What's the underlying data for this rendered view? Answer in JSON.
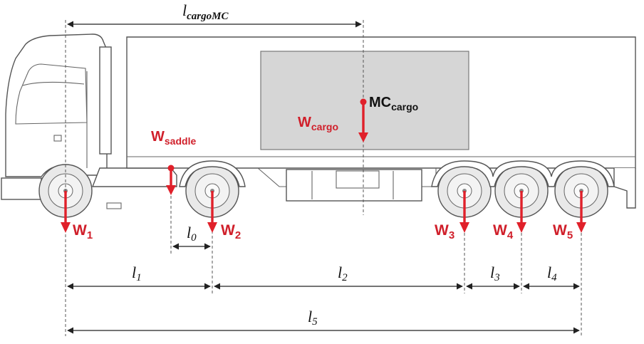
{
  "labels": {
    "l_cargo_mc_main": "l",
    "l_cargo_mc_sub": "cargoMC",
    "mc_cargo_main": "MC",
    "mc_cargo_sub": "cargo",
    "w_cargo_main": "W",
    "w_cargo_sub": "cargo",
    "w_saddle_main": "W",
    "w_saddle_sub": "saddle",
    "w1_main": "W",
    "w1_sub": "1",
    "w2_main": "W",
    "w2_sub": "2",
    "w3_main": "W",
    "w3_sub": "3",
    "w4_main": "W",
    "w4_sub": "4",
    "w5_main": "W",
    "w5_sub": "5",
    "l0_main": "l",
    "l0_sub": "0",
    "l1_main": "l",
    "l1_sub": "1",
    "l2_main": "l",
    "l2_sub": "2",
    "l3_main": "l",
    "l3_sub": "3",
    "l4_main": "l",
    "l4_sub": "4",
    "l5_main": "l",
    "l5_sub": "5"
  },
  "colors": {
    "force": "#e0202a",
    "force_text": "#d01f2a",
    "cargo_box": "#d6d6d6",
    "outline": "#555555",
    "wheel": "#e9e9e9"
  }
}
